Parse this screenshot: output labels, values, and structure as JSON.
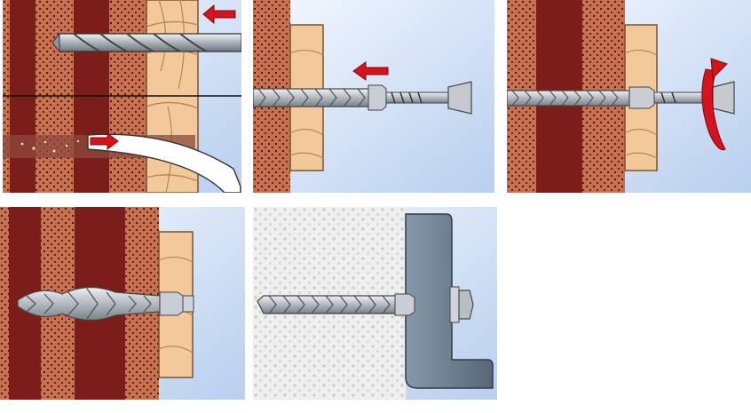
{
  "diagram": {
    "steps": [
      {
        "id": "drill-hole",
        "icon": "drill-bit-icon",
        "action": "push-arrow-icon"
      },
      {
        "id": "insert-anchor",
        "icon": "frame-anchor-icon",
        "action": "push-arrow-icon"
      },
      {
        "id": "tighten-screw",
        "icon": "frame-anchor-icon",
        "action": "rotate-arrow-icon"
      },
      {
        "id": "expanded-anchor",
        "icon": "frame-anchor-icon"
      },
      {
        "id": "concrete-fixing",
        "icon": "hex-bolt-anchor-icon"
      }
    ],
    "colors": {
      "brick": "#b8674a",
      "mortar": "#7a1f1a",
      "wood": "#f1c99a",
      "wood_grain": "#b9864f",
      "sky": "#c7d9f2",
      "concrete": "#eeeeee",
      "steel_plate": "#6b7e92",
      "arrow": "#d8121c",
      "metal": "#b9bec4"
    }
  }
}
